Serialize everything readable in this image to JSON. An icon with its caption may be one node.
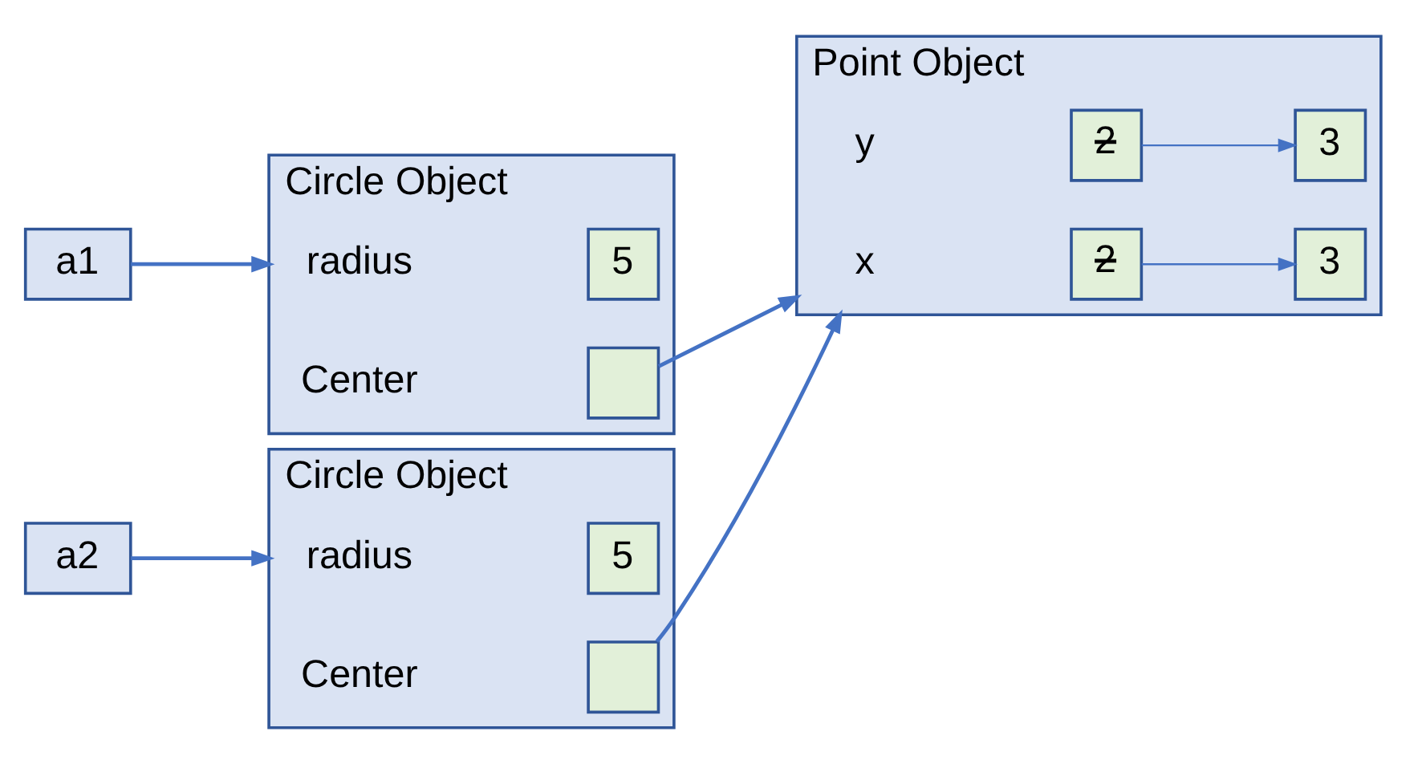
{
  "diagram": {
    "nodes": [
      {
        "text": [
          "a1"
        ]
      },
      {
        "text": [
          "Circle Object"
        ]
      },
      {
        "text": [
          "5"
        ],
        "in": 1
      },
      {
        "text": [],
        "shape": "box",
        "in": 1
      },
      {
        "text": [
          "Point Object"
        ]
      },
      {
        "text": [
          "2"
        ],
        "in": 4
      },
      {
        "text": [
          "3"
        ],
        "in": 4
      },
      {
        "text": [
          "2"
        ],
        "in": 4
      },
      {
        "text": [
          "3"
        ],
        "in": 4
      },
      {
        "text": [
          "a2"
        ]
      },
      {
        "text": [
          "Circle Object"
        ]
      },
      {
        "text": [
          "5"
        ],
        "in": 10
      },
      {
        "text": [],
        "shape": "box",
        "in": 10
      }
    ],
    "edges": [
      {
        "from": 0,
        "to": 1,
        "arrow": "to"
      },
      {
        "from": 3,
        "to": 4,
        "arrow": "to"
      },
      {
        "from": 5,
        "to": 6,
        "arrow": "to"
      },
      {
        "from": 7,
        "to": 8,
        "arrow": "to"
      },
      {
        "from": 9,
        "to": 10,
        "arrow": "to"
      },
      {
        "from": 12,
        "to": 4,
        "arrow": "to"
      }
    ],
    "labels": [
      "radius",
      "Center",
      "x",
      "y",
      "radius",
      "Center"
    ]
  }
}
